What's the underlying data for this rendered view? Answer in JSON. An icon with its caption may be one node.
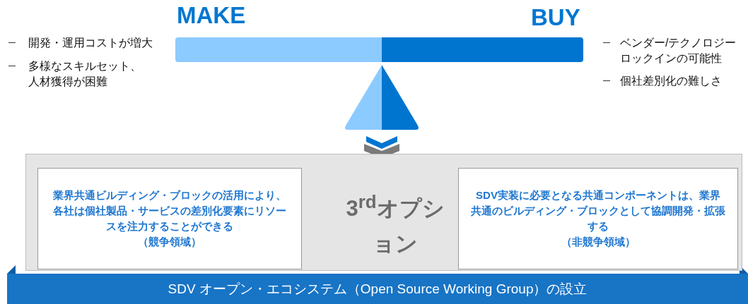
{
  "diagram": {
    "nodes": [
      {
        "text": [
          "3$^{rd}$オプション"
        ]
      },
      {
        "text": [
          "業界共通ビルディング・ブロックの活用により、各社は個社製品・サービスの差別化要素にリソースを注力することができる",
          "（競争領域）"
        ],
        "in": 0
      },
      {
        "text": [
          "SDV実装に必要となる共通コンポーネントは、業界共通のビルディング・ブロックとして協調開発・拡張する",
          "（非競争領域）"
        ],
        "in": 0
      },
      {
        "text": [
          "SDV オープン・エコシステム（Open Source Working Group）の設立"
        ]
      }
    ],
    "edges": [],
    "labels": [
      "MAKE",
      "BUY",
      "開発・運用コストが増大",
      "多様なスキルセット、人材獲得が困難",
      "ベンダー/テクノロジーロックインの可能性",
      "個社差別化の難しさ"
    ]
  }
}
